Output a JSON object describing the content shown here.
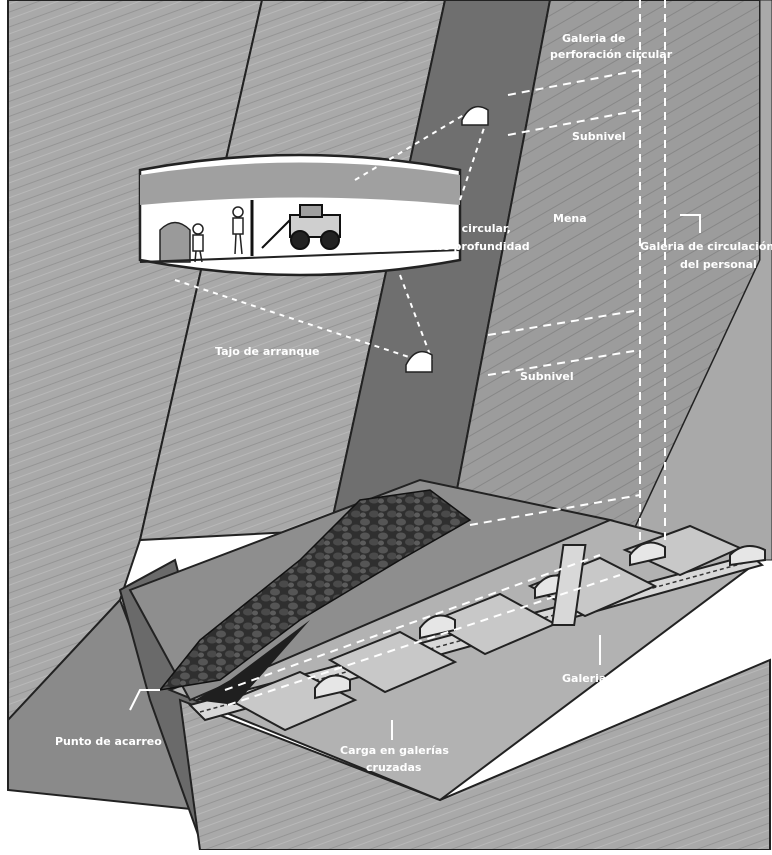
{
  "labels": {
    "galeria_perforacion": [
      "Galeria de",
      "perforación circular"
    ],
    "subnivel_top": "Subnivel",
    "mena": "Mena",
    "perforacion_circular": [
      "Perforación circular,",
      "barrenos de profundidad"
    ],
    "galeria_circulacion": [
      "Galeria de circulación",
      "del personal"
    ],
    "tajo_arranque": "Tajo de arranque",
    "subnivel_bottom": "Subnivel",
    "galeria_transporte": "Galeria de transporte",
    "punto_acarreo": "Punto de acarreo",
    "carga_galerias": [
      "Carga en galerías",
      "cruzadas"
    ]
  },
  "colors": {
    "rock": "#a7a7a7",
    "rock_dark": "#8a8a8a",
    "stope": "#6f6f6f",
    "ore": "#3c3c3c",
    "label": "#ffffff",
    "outline": "#1a1a1a"
  }
}
